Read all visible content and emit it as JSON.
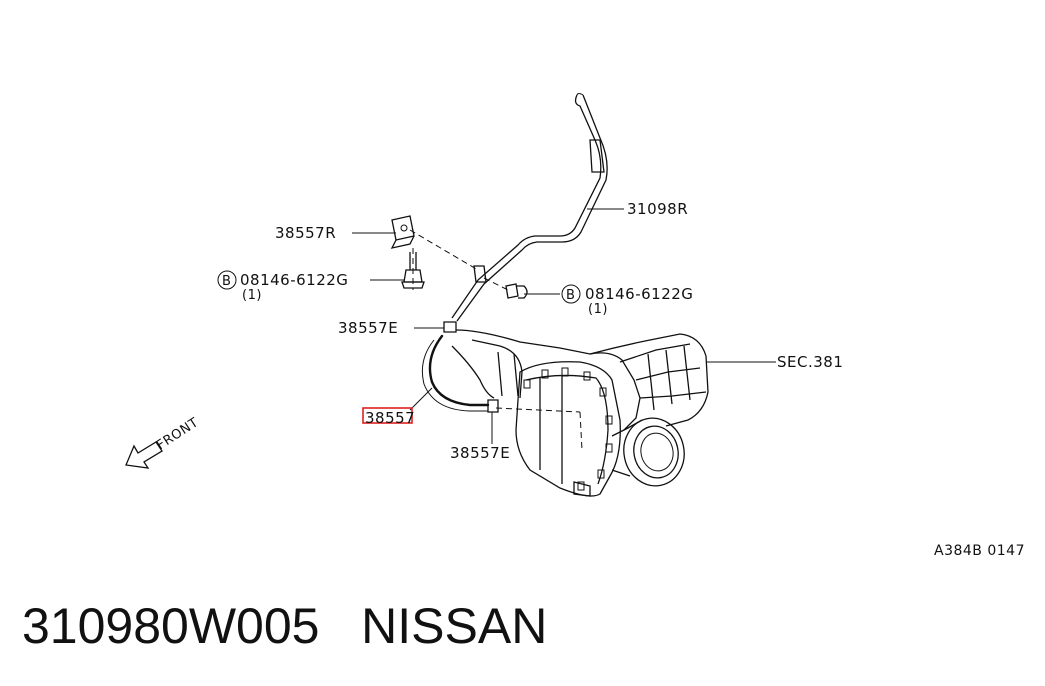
{
  "diagram": {
    "labels": {
      "part_31098R": "31098R",
      "part_38557R": "38557R",
      "bolt_left_circle": "B",
      "bolt_left_number": "08146-6122G",
      "bolt_left_qty": "(1)",
      "bolt_right_circle": "B",
      "bolt_right_number": "08146-6122G",
      "bolt_right_qty": "(1)",
      "clip_top": "38557E",
      "hose": "38557",
      "clip_bottom": "38557E",
      "section_ref": "SEC.381",
      "front": "FRONT"
    },
    "highlight_color": "#e02020"
  },
  "diagram_code": "A384B 0147",
  "footer": {
    "part_number": "310980W005",
    "brand": "NISSAN"
  }
}
